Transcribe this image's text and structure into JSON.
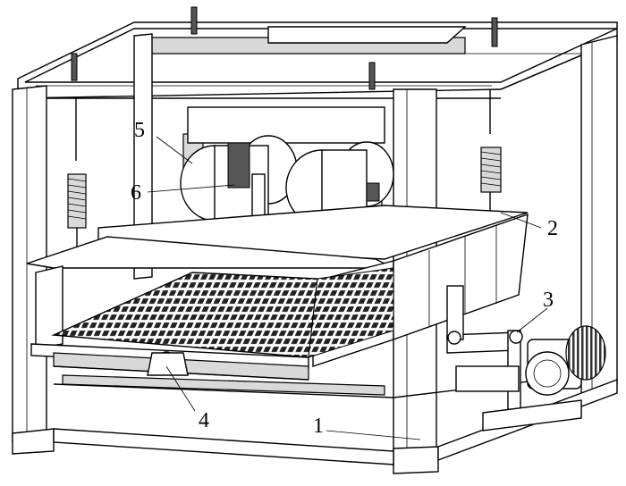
{
  "figure": {
    "callouts": [
      {
        "id": "1",
        "label": "1"
      },
      {
        "id": "2",
        "label": "2"
      },
      {
        "id": "3",
        "label": "3"
      },
      {
        "id": "4",
        "label": "4"
      },
      {
        "id": "5",
        "label": "5"
      },
      {
        "id": "6",
        "label": "6"
      }
    ],
    "colors": {
      "line": "#000000",
      "background": "#ffffff",
      "shade": "#d9d9d9"
    }
  }
}
